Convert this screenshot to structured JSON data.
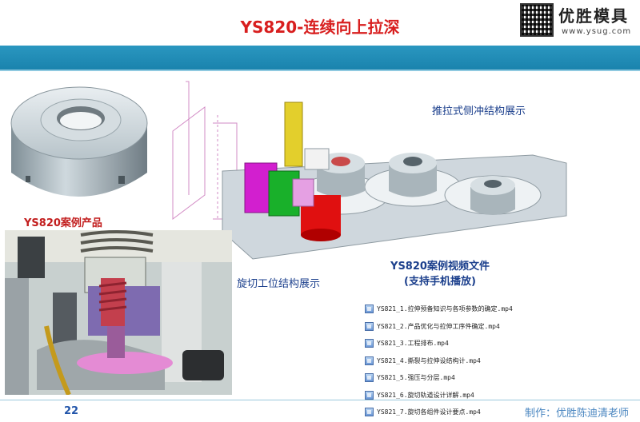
{
  "header": {
    "title": "YS820-连续向上拉深",
    "logo_name": "优胜模具",
    "logo_url": "www.ysug.com"
  },
  "labels": {
    "product": "YS820案例产品",
    "push_pull": "推拉式侧冲结构展示",
    "rotary_cut": "旋切工位结构展示",
    "video_line1": "YS820案例视频文件",
    "video_line2": "(支持手机播放)"
  },
  "files": [
    "YS821_1.拉伸预备知识与各项参数的确定.mp4",
    "YS821_2.产品优化与拉伸工序件确定.mp4",
    "YS821_3.工程排布.mp4",
    "YS821_4.撕裂与拉伸设结构计.mp4",
    "YS821_5.强压与分层.mp4",
    "YS821_6.旋切轨道设计详解.mp4",
    "YS821_7.旋切各组件设计要点.mp4"
  ],
  "footer": {
    "page_number": "22",
    "credit": "制作：优胜陈迪清老师"
  },
  "colors": {
    "title": "#d81e1e",
    "band": "#1f8bb5",
    "label_blue": "#1b3f8c",
    "label_red": "#c21d1d"
  }
}
